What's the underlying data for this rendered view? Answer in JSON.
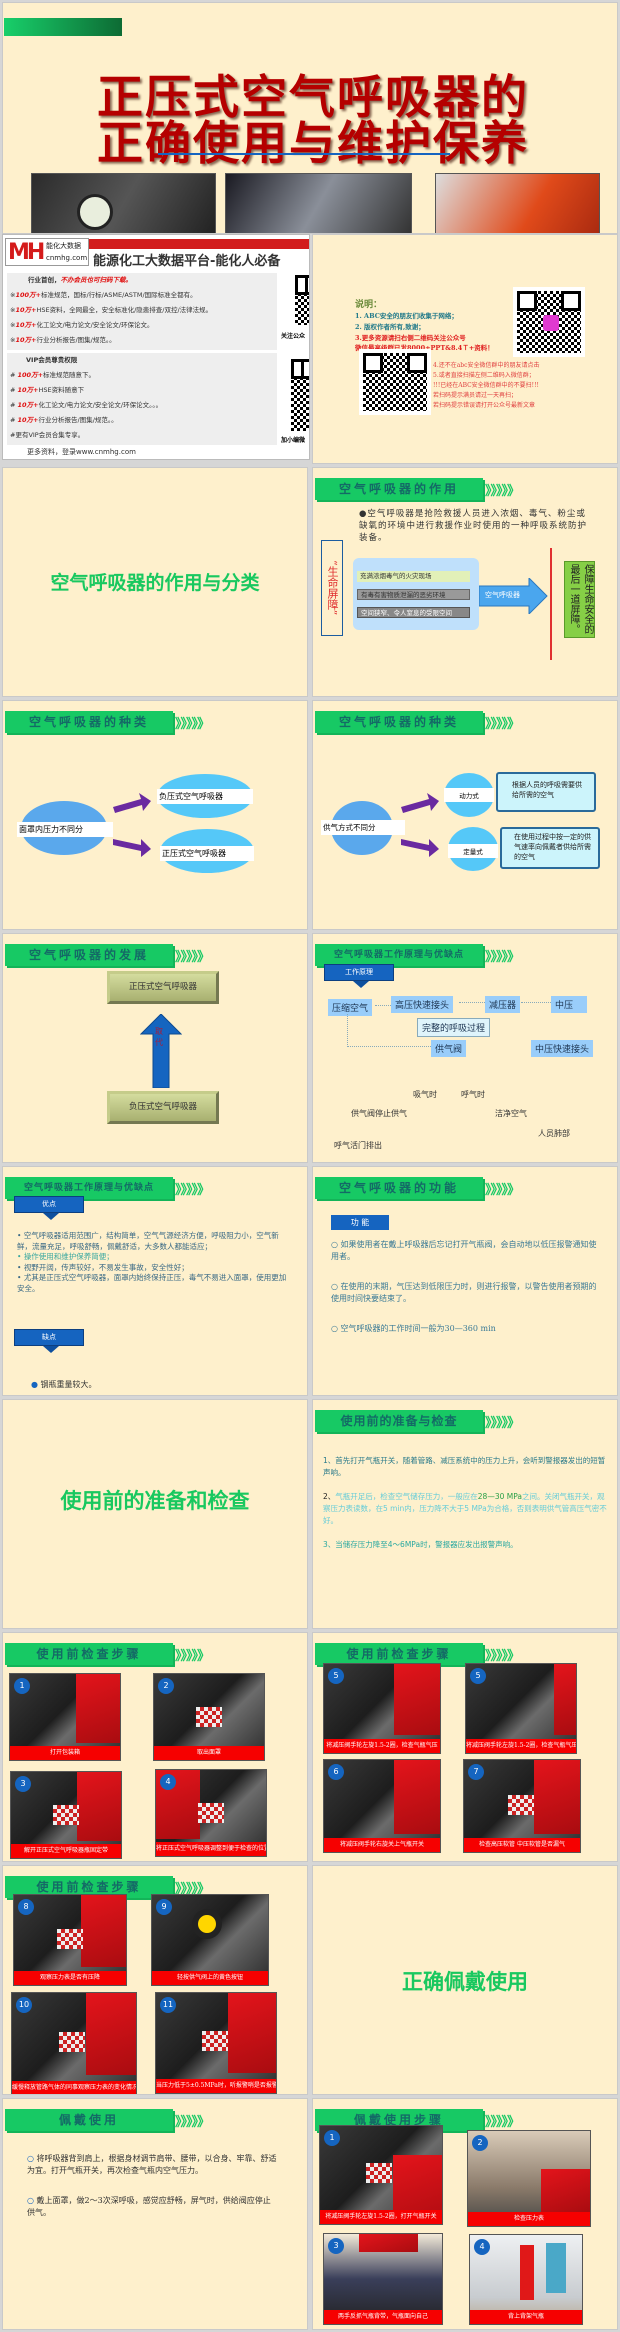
{
  "title_slide": {
    "line1": "正压式空气呼吸器的",
    "line2": "正确使用与维护保养"
  },
  "ad": {
    "logo_text": "能化大数据",
    "logo_url": "cnmhg.com",
    "logo_mark": "MH",
    "banner": "能源化工大数据平台-能化人必备",
    "sec1_title": "行业首创，",
    "sec1_highlight": "不办会员也可扫码下载。",
    "sec1_items": [
      {
        "n": "100万+",
        "t": "标准规范，国标/行标/ASME/ASTM/国际标准全都有。"
      },
      {
        "n": "10万+",
        "t": "HSE资料，全网最全，安全标准化/隐患排查/双控/法律法规。"
      },
      {
        "n": "10万+",
        "t": "化工论文/电力论文/安全论文/环保论文。"
      },
      {
        "n": "10万+",
        "t": "行业分析报告/图集/规范。。"
      }
    ],
    "sec2_title": "VIP会员尊贵权限",
    "sec2_items": [
      {
        "n": "100万+",
        "t": "标准规范随意下。"
      },
      {
        "n": "10万+",
        "t": "HSE资料随意下"
      },
      {
        "n": "10万+",
        "t": "化工论文/电力论文/安全论文/环保论文。。。"
      },
      {
        "n": "10万+",
        "t": "行业分析报告/图集/规范。。"
      }
    ],
    "sec2_extra": "#更有VIP会员合集专享。",
    "more": "更多资料，登录www.cnmhg.com",
    "qr1_label": "关注公众",
    "qr2_label": "加小编微"
  },
  "notice": {
    "title": "说明：",
    "l1": "1. ABC安全的朋友们收集于网络；",
    "l2": "2. 版权作者所有,致谢；",
    "l3": "3.更多资源请扫右侧二维码关注公众号",
    "l4": "微信最高级群已发8000+PPT&8.4Ｔ+资料！",
    "r1": "4.还不在abc安全微信群中的朋友请点击",
    "r2": "5.或者直接扫描左侧二维码入微信群；",
    "r3": "!!!已经在ABC安全微信群中的不要扫!!!",
    "r4": "若扫码提示满员请过一天再扫；",
    "r5": "若扫码提示错误请打开公众号最新文章"
  },
  "chevrons": "》》》》》",
  "section1": "空气呼吸器的作用与分类",
  "role": {
    "header": "空气呼吸器的作用",
    "bullet": "●空气呼吸器是抢险救援人员进入浓烟、毒气、粉尘或缺氧的环境中进行救援作业时使用的一种呼吸系统防护装备。",
    "barrier": "“生命屏障”",
    "env": [
      "充满浓烟毒气的火灾现场",
      "有毒有害物质泄漏的恶劣环境",
      "空间狭窄、令人窒息的受限空间"
    ],
    "arrow": "空气呼吸器",
    "col1": "保障生命安全的",
    "col2": "最后一道屏障。"
  },
  "types1": {
    "header": "空气呼吸器的种类",
    "root": "面罩内压力不同分",
    "a": "负压式空气呼吸器",
    "b": "正压式空气呼吸器"
  },
  "types2": {
    "header": "空气呼吸器的种类",
    "root": "供气方式不同分",
    "a": "动力式",
    "a_desc": "根据人员的呼吸需要供给所需的空气",
    "b": "定量式",
    "b_desc": "在使用过程中按一定的供气速率向佩戴者供给所需的空气"
  },
  "develop": {
    "header": "空气呼吸器的发展",
    "top": "正压式空气呼吸器",
    "arrow": "取代",
    "bottom": "负压式空气呼吸器"
  },
  "principle": {
    "header": "空气呼吸器工作原理与优缺点",
    "tag": "工作原理",
    "n1": "压缩空气",
    "n2": "高压快速接头",
    "n3": "减压器",
    "n4": "中压",
    "n5": "完整的呼吸过程",
    "n6": "供气阀",
    "n7": "中压快速接头",
    "inhale": "吸气时",
    "exhale": "呼气时",
    "stop": "供气阀停止供气",
    "out": "呼气活门排出",
    "clean": "洁净空气",
    "lung": "人员肺部"
  },
  "pros": {
    "header": "空气呼吸器工作原理与优缺点",
    "tag1": "优点",
    "items": [
      "空气呼吸器适用范围广，结构简单，空气气源经济方便，呼吸阻力小，空气新鲜，流量充足，呼吸舒畅，佩戴舒适，大多数人都能适应；",
      "操作使用和维护保养简便；",
      "视野开阔，传声较好，不易发生事故，安全性好；",
      "尤其是正压式空气呼吸器，面罩内始终保持正压，毒气不易进入面罩，使用更加安全。"
    ],
    "tag2": "缺点",
    "cons": "钢瓶重量较大。"
  },
  "func": {
    "header": "空气呼吸器的功能",
    "tag": "功 能",
    "items": [
      "如果使用者在戴上呼吸器后忘记打开气瓶阀，会自动地以低压报警通知使用者。",
      "在使用的末期，气压达到低限压力时，则进行报警，以警告使用者预期的使用时间快要结束了。",
      "空气呼吸器的工作时间一般为30—360 min"
    ]
  },
  "section2": "使用前的准备和检查",
  "check": {
    "header": "使用前的准备与检查",
    "i1": "1、首先打开气瓶开关，随着管路、减压系统中的压力上升，会听到警报器发出的短暂声响。",
    "i2_num": "2、",
    "i2a": "气瓶开足后，检查空气储存压力，一般应在",
    "i2b": "28—30 MPa",
    "i2c": "之间。关闭气瓶开关，观察压力表读数，在5 min内，压力降不大于5 MPa为合格，否则表明供气管高压气密不好。",
    "i3": "3、当储存压力降至4～6MPa时，警报器应发出报警声响。"
  },
  "steps_header": "使用前检查步骤",
  "steps_a": [
    {
      "n": "1",
      "c": "打开包装箱"
    },
    {
      "n": "2",
      "c": "取出面罩"
    },
    {
      "n": "3",
      "c": "解开正压式空气呼吸器瓶固定带"
    },
    {
      "n": "4",
      "c": "将正压式空气呼吸器调整到便于检查的位置"
    }
  ],
  "steps_b": [
    {
      "n": "5",
      "c": "将减压阀手轮左旋1.5-2圈，检查气瓶气压"
    },
    {
      "n": "5",
      "c": "将减压阀手轮左旋1.5-2圈，检查气瓶气压"
    },
    {
      "n": "6",
      "c": "将减压阀手轮右旋关上气瓶开关"
    },
    {
      "n": "7",
      "c": "检查高压软管 中压软管是否漏气"
    }
  ],
  "steps_c": [
    {
      "n": "8",
      "c": "观察压力表是否有压降"
    },
    {
      "n": "9",
      "c": "轻按供气阀上的黄色按钮"
    },
    {
      "n": "10",
      "c": "缓慢释放管路气体的同事观察压力表的变化情况"
    },
    {
      "n": "11",
      "c": "当压力低于5±0.5MPa时，听报警哨是否报警"
    }
  ],
  "section3": "正确佩戴使用",
  "wear": {
    "header": "佩戴使用",
    "i1": "将呼吸器背到肩上，根据身材调节肩带、腰带，以合身、牢靠、舒适为宜。打开气瓶开关，再次检查气瓶内空气压力。",
    "i2": "戴上面罩，做2～3次深呼吸，感觉应舒畅，屏气时，供给阀应停止供气。"
  },
  "wear_steps_header": "佩戴使用步骤",
  "wear_steps": [
    {
      "n": "1",
      "c": "将减压阀手轮左旋1.5-2圈，打开气瓶开关"
    },
    {
      "n": "2",
      "c": "检查压力表"
    },
    {
      "n": "3",
      "c": "两手反抓气瓶背带，气瓶面向自己"
    },
    {
      "n": "4",
      "c": "背上背架气瓶"
    }
  ],
  "colors": {
    "green": "#17C964",
    "red_title": "#B50000",
    "cream": "#FEF0CC",
    "blue": "#1565C0"
  }
}
